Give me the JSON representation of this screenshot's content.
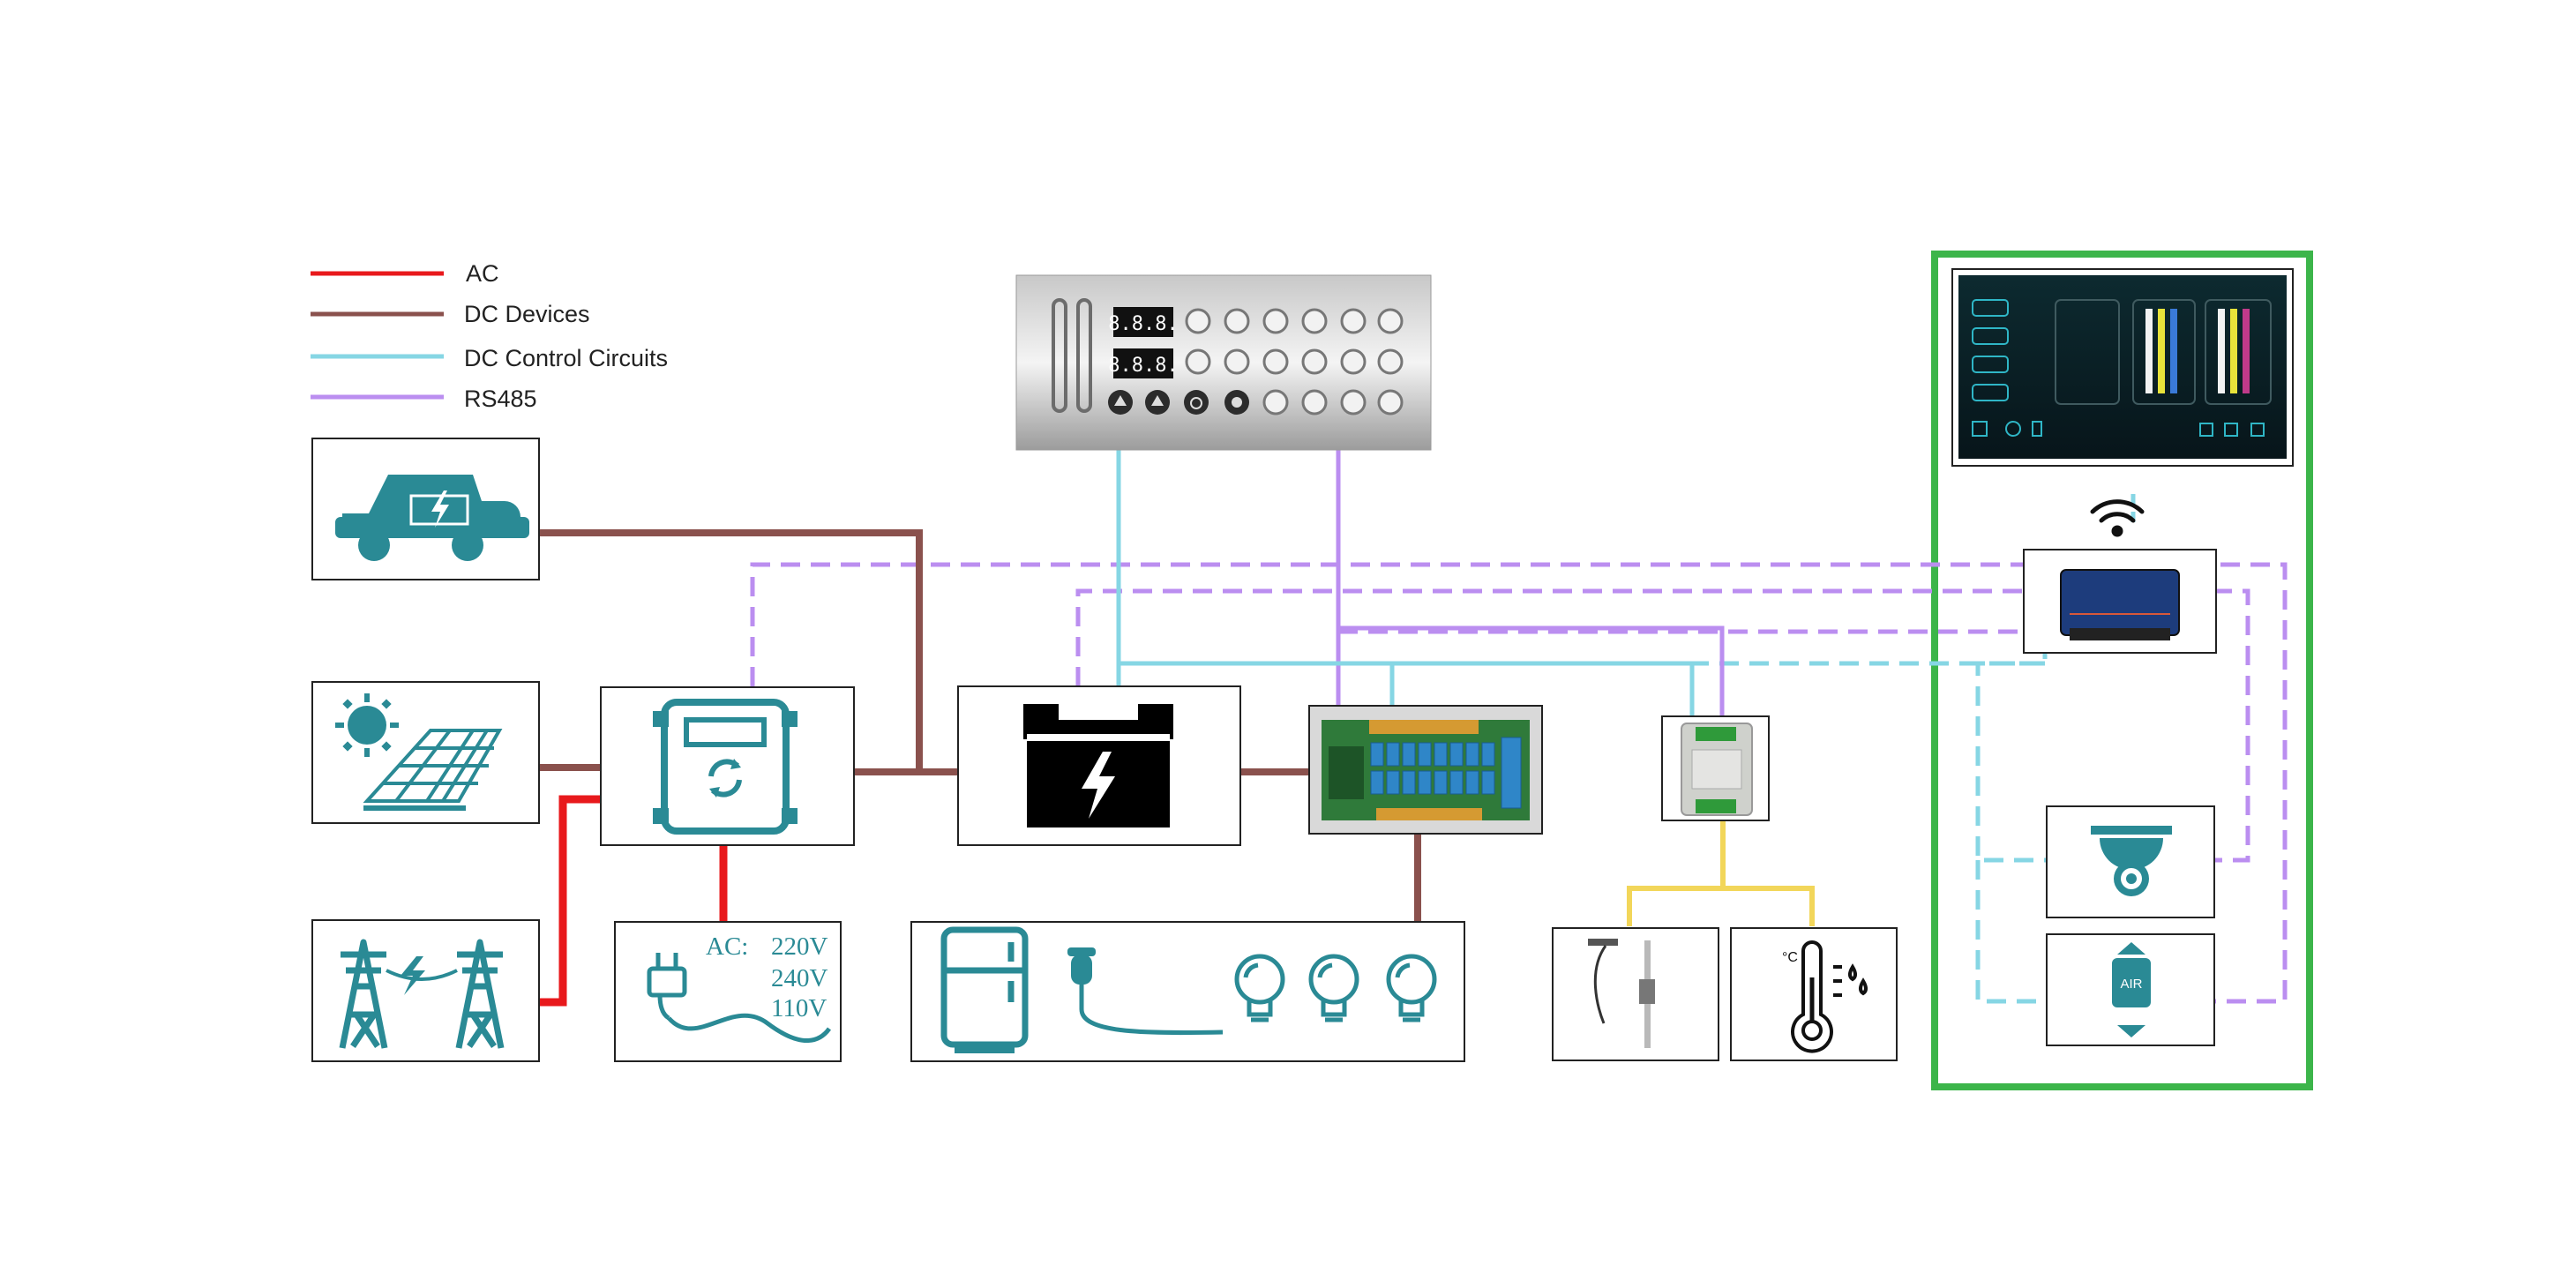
{
  "legend": [
    {
      "label": "AC",
      "color": "#e8191c"
    },
    {
      "label": "DC Devices",
      "color": "#8a514d"
    },
    {
      "label": "DC Control Circuits",
      "color": "#86d6e4"
    },
    {
      "label": "RS485",
      "color": "#bb8ef0"
    }
  ],
  "ac_panel": {
    "prefix": "AC:",
    "v1": "220V",
    "v2": "240V",
    "v3": "110V"
  },
  "control_panel": {
    "display_1": "8.8.8.",
    "display_2": "8.8.8."
  },
  "air_icon": {
    "label": "AIR"
  },
  "colors": {
    "teal": "#2a8a95",
    "ac": "#e8191c",
    "dc": "#8a514d",
    "control": "#86d6e4",
    "rs485": "#bb8ef0",
    "sensor": "#f2d65a",
    "zone": "#3cb54a"
  }
}
